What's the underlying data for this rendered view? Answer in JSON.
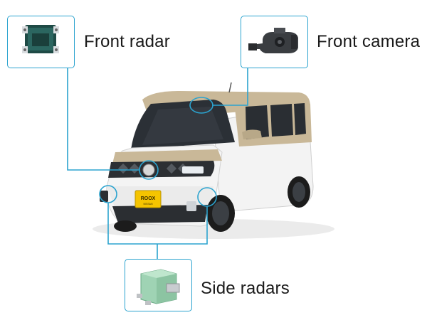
{
  "callouts": {
    "front_radar": {
      "label": "Front radar",
      "icon": "front-radar-sensor"
    },
    "front_camera": {
      "label": "Front camera",
      "icon": "front-camera-unit"
    },
    "side_radars": {
      "label": "Side radars",
      "icon": "side-radar-module"
    }
  },
  "vehicle": {
    "plate_text": "ROOX",
    "plate_subtext": "NISSAN"
  },
  "colors": {
    "accent": "#2ba3cf",
    "roof": "#c8b798",
    "body": "#f2f2f2",
    "plate": "#f5c400"
  }
}
